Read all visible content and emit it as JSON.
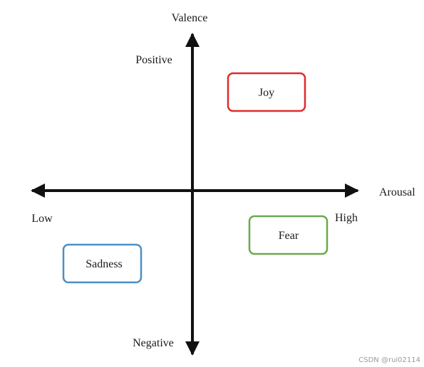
{
  "axes": {
    "vertical_label": "Valence",
    "horizontal_label": "Arousal",
    "positive_label": "Positive",
    "negative_label": "Negative",
    "low_label": "Low",
    "high_label": "High"
  },
  "emotions": [
    {
      "label": "Joy",
      "color": "#e02b2b"
    },
    {
      "label": "Fear",
      "color": "#6aaa4a"
    },
    {
      "label": "Sadness",
      "color": "#4b8fc6"
    }
  ],
  "watermark": "CSDN @rui02114"
}
